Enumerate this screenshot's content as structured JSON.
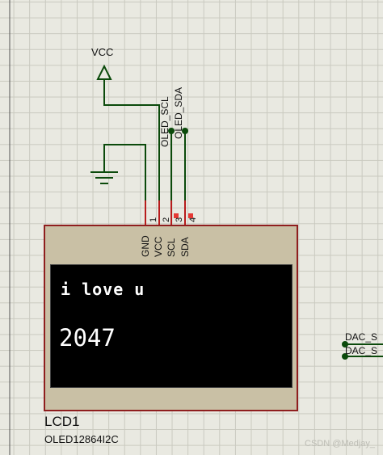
{
  "power": {
    "label": "VCC"
  },
  "nets": {
    "scl": "OLED_SCL",
    "sda": "OLED_SDA"
  },
  "pins": {
    "numbers": [
      "1",
      "2",
      "3",
      "4"
    ],
    "labels": [
      "GND",
      "VCC",
      "SCL",
      "SDA"
    ]
  },
  "display": {
    "line1": "i love u",
    "line2": "2047"
  },
  "component": {
    "ref": "LCD1",
    "part": "OLED12864I2C"
  },
  "right_labels": [
    "DAC_S",
    "DAC_S"
  ],
  "watermark": "CSDN @Medjay_",
  "colors": {
    "wire": "#0b4a0b",
    "body_fill": "#c9c0a5",
    "body_border": "#8f1e1e",
    "screen": "#000000"
  }
}
